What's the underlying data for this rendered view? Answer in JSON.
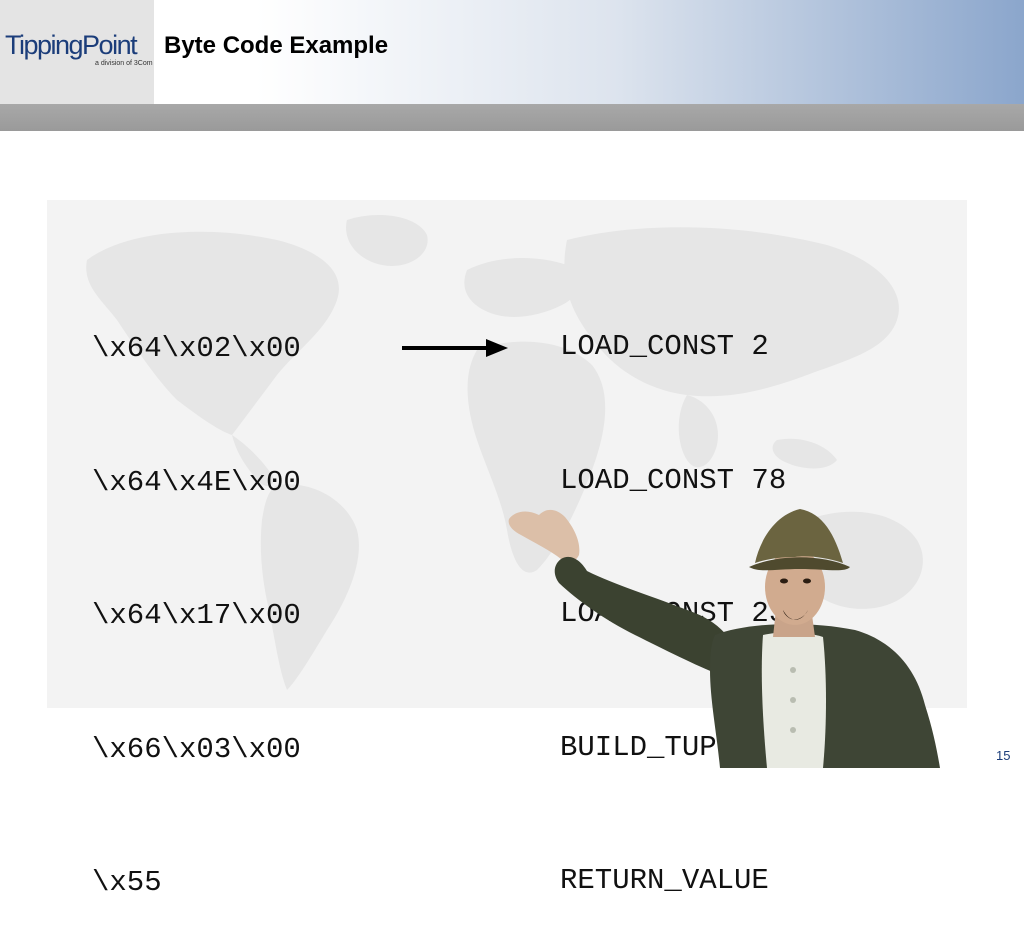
{
  "header": {
    "logo_text": "TippingPoint",
    "logo_subtext": "a division of 3Com",
    "title": "Byte Code Example"
  },
  "bytecode": [
    "\\x64\\x02\\x00",
    "\\x64\\x4E\\x00",
    "\\x64\\x17\\x00",
    "\\x66\\x03\\x00",
    "\\x55"
  ],
  "instructions": [
    "LOAD_CONST 2",
    "LOAD_CONST 78",
    "LOAD_CONST 23",
    "BUILD_TUPLE 3",
    "RETURN_VALUE"
  ],
  "icons": {
    "arrow": "arrow-right-icon",
    "background": "world-map",
    "character": "pirate-figure"
  },
  "colors": {
    "brand": "#1b3d7a",
    "header_gradient_end": "#8ba6cc",
    "bar": "#a0a0a0"
  },
  "footer": {
    "page_number": "15"
  }
}
